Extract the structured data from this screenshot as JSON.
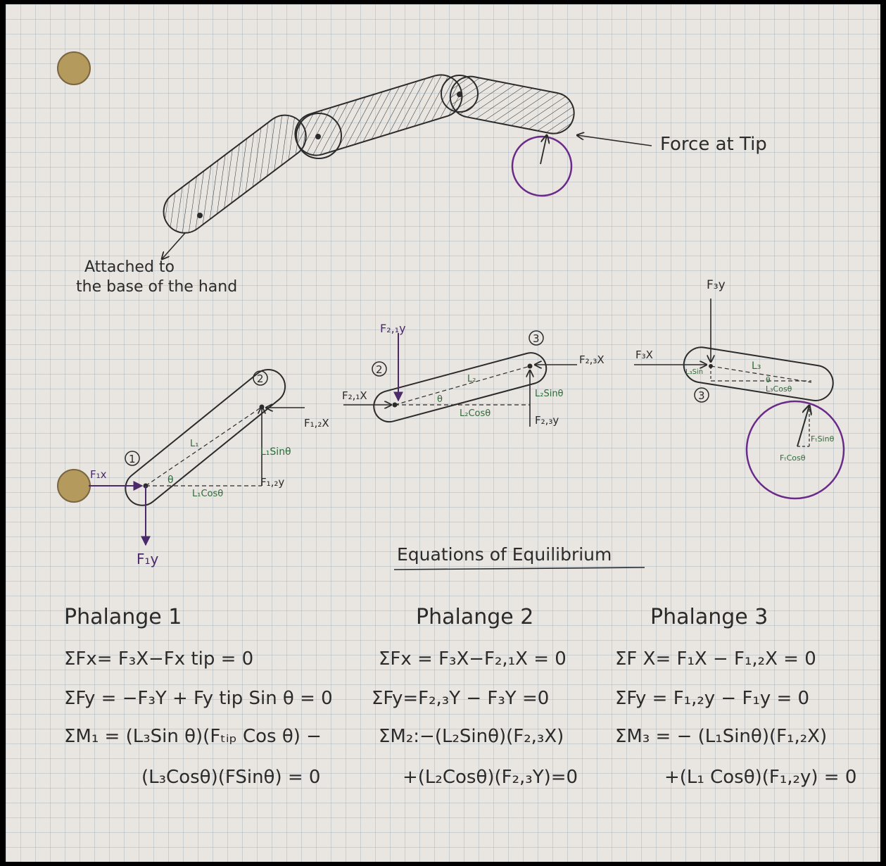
{
  "arm_labels": {
    "force_at_tip": "Force at Tip",
    "attached_line1": "Attached to",
    "attached_line2": "the base of the hand"
  },
  "fbd1": {
    "joint_1": "1",
    "joint_2": "2",
    "f1x": "F₁x",
    "f1y": "F₁y",
    "f12x": "F₁,₂X",
    "f12y": "F₁,₂y",
    "l1": "L₁",
    "l1sin": "L₁Sinθ",
    "l1cos": "L₁Cosθ",
    "theta": "θ"
  },
  "fbd2": {
    "joint_2": "2",
    "joint_3": "3",
    "f21y": "F₂,₁y",
    "f21x": "F₂,₁X",
    "f23x": "F₂,₃X",
    "f23y": "F₂,₃y",
    "l2": "L₂",
    "l2sin": "L₂Sinθ",
    "l2cos": "L₂Cosθ",
    "theta": "θ"
  },
  "fbd3": {
    "joint_3": "3",
    "f3y": "F₃y",
    "f3x": "F₃X",
    "l3": "L₃",
    "l3sin": "L₃Sin",
    "l3cos": "L₃Cosθ",
    "theta": "θ",
    "ftsin": "FₜSinθ",
    "ftcos": "FₜCosθ"
  },
  "equations": {
    "heading": "Equations of Equilibrium",
    "phalange1": {
      "title": "Phalange 1",
      "lines": [
        "ΣFx= F₃X−Fx tip = 0",
        "ΣFy = −F₃Y + Fy tip Sin θ = 0",
        "ΣM₁ = (L₃Sin θ)(Fₜᵢₚ Cos θ) −",
        "(L₃Cosθ)(FSinθ) = 0"
      ]
    },
    "phalange2": {
      "title": "Phalange 2",
      "lines": [
        "ΣFx = F₃X−F₂,₁X = 0",
        "ΣFy=F₂,₃Y − F₃Y =0",
        "ΣM₂:−(L₂Sinθ)(F₂,₃X)",
        "+(L₂Cosθ)(F₂,₃Y)=0"
      ]
    },
    "phalange3": {
      "title": "Phalange 3",
      "lines": [
        "ΣF X= F₁X − F₁,₂X = 0",
        "ΣFy = F₁,₂y − F₁y = 0",
        "ΣM₃ = − (L₁Sinθ)(F₁,₂X)",
        "+(L₁ Cosθ)(F₁,₂y) = 0"
      ]
    }
  },
  "colors": {
    "ink": "#2b2b2b",
    "purple": "#4a2a6a",
    "green": "#2f6a3a",
    "paper": "#e9e5e0",
    "hole": "#b59a5e"
  }
}
